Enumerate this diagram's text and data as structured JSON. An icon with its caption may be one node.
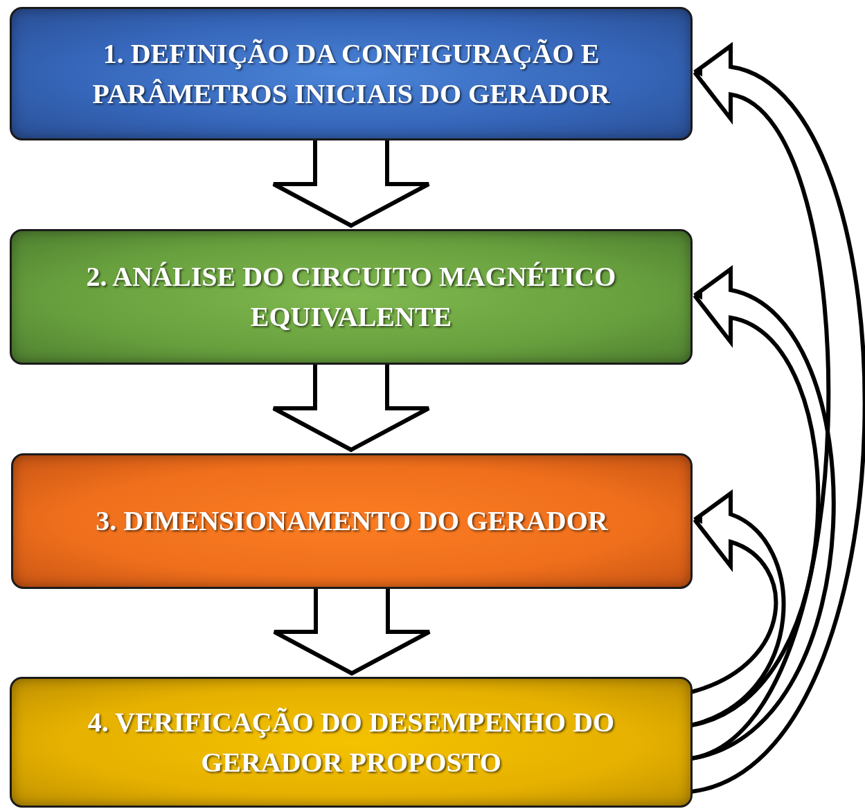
{
  "diagram": {
    "nodes": [
      {
        "text": [
          "1. DEFINIÇÃO DA CONFIGURAÇÃO E PARÂMETROS INICIAIS DO GERADOR"
        ]
      },
      {
        "text": [
          "2. ANÁLISE DO CIRCUITO MAGNÉTICO EQUIVALENTE"
        ]
      },
      {
        "text": [
          "3. DIMENSIONAMENTO DO GERADOR"
        ]
      },
      {
        "text": [
          "4. VERIFICAÇÃO DO DESEMPENHO DO GERADOR PROPOSTO"
        ]
      }
    ],
    "edges": [
      {
        "from": 0,
        "to": 1,
        "arrow": "to"
      },
      {
        "from": 1,
        "to": 2,
        "arrow": "to"
      },
      {
        "from": 2,
        "to": 3,
        "arrow": "to"
      },
      {
        "from": 3,
        "to": 2,
        "arrow": "to"
      },
      {
        "from": 3,
        "to": 1,
        "arrow": "to"
      },
      {
        "from": 3,
        "to": 0,
        "arrow": "to"
      }
    ]
  }
}
